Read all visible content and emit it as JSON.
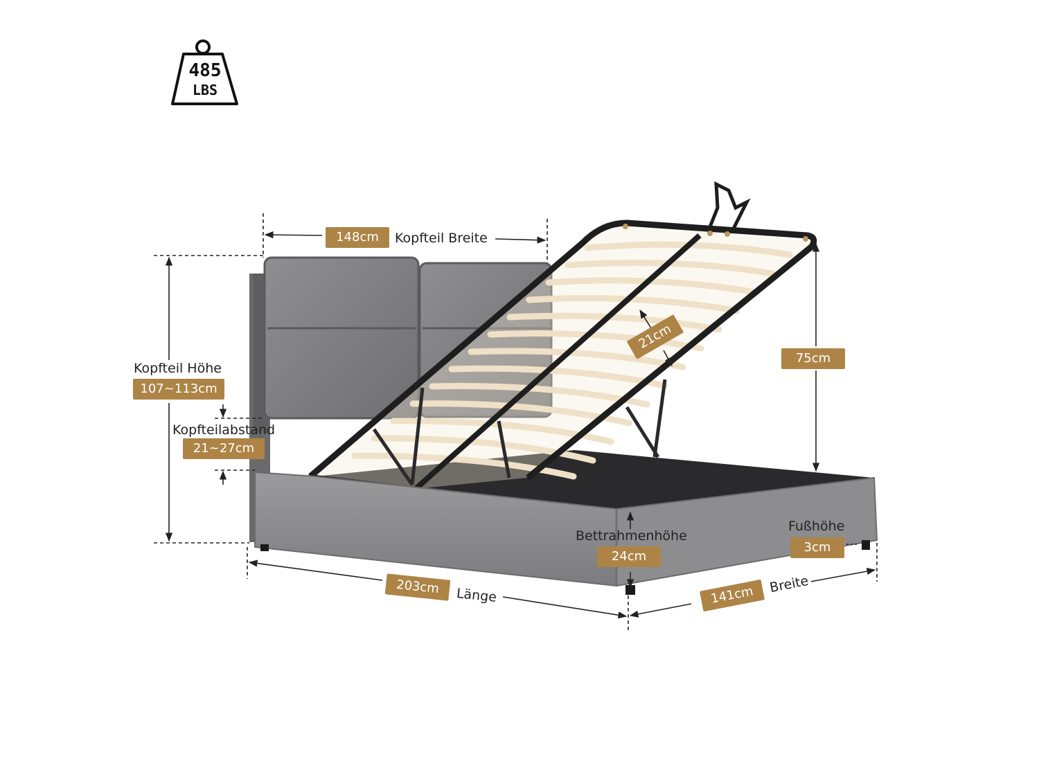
{
  "weight_badge": {
    "value": "485",
    "unit": "LBS"
  },
  "dimensions": {
    "headboard_width": {
      "value": "148cm",
      "label": "Kopfteil Breite"
    },
    "headboard_height": {
      "label": "Kopfteil Höhe",
      "value": "107~113cm"
    },
    "headboard_gap": {
      "label": "Kopfteilabstand",
      "value": "21~27cm"
    },
    "lift_gap": {
      "value": "21cm"
    },
    "open_height": {
      "value": "75cm"
    },
    "frame_height": {
      "label": "Bettrahmenhöhe",
      "value": "24cm"
    },
    "foot_height": {
      "label": "Fußhöhe",
      "value": "3cm"
    },
    "length": {
      "value": "203cm",
      "label": "Länge"
    },
    "width": {
      "value": "141cm",
      "label": "Breite"
    }
  },
  "colors": {
    "accent_tag": "#ad8446",
    "upholstery": "#8a8a8c",
    "frame_metal": "#1e1e1e",
    "slats": "#efe1c8"
  }
}
